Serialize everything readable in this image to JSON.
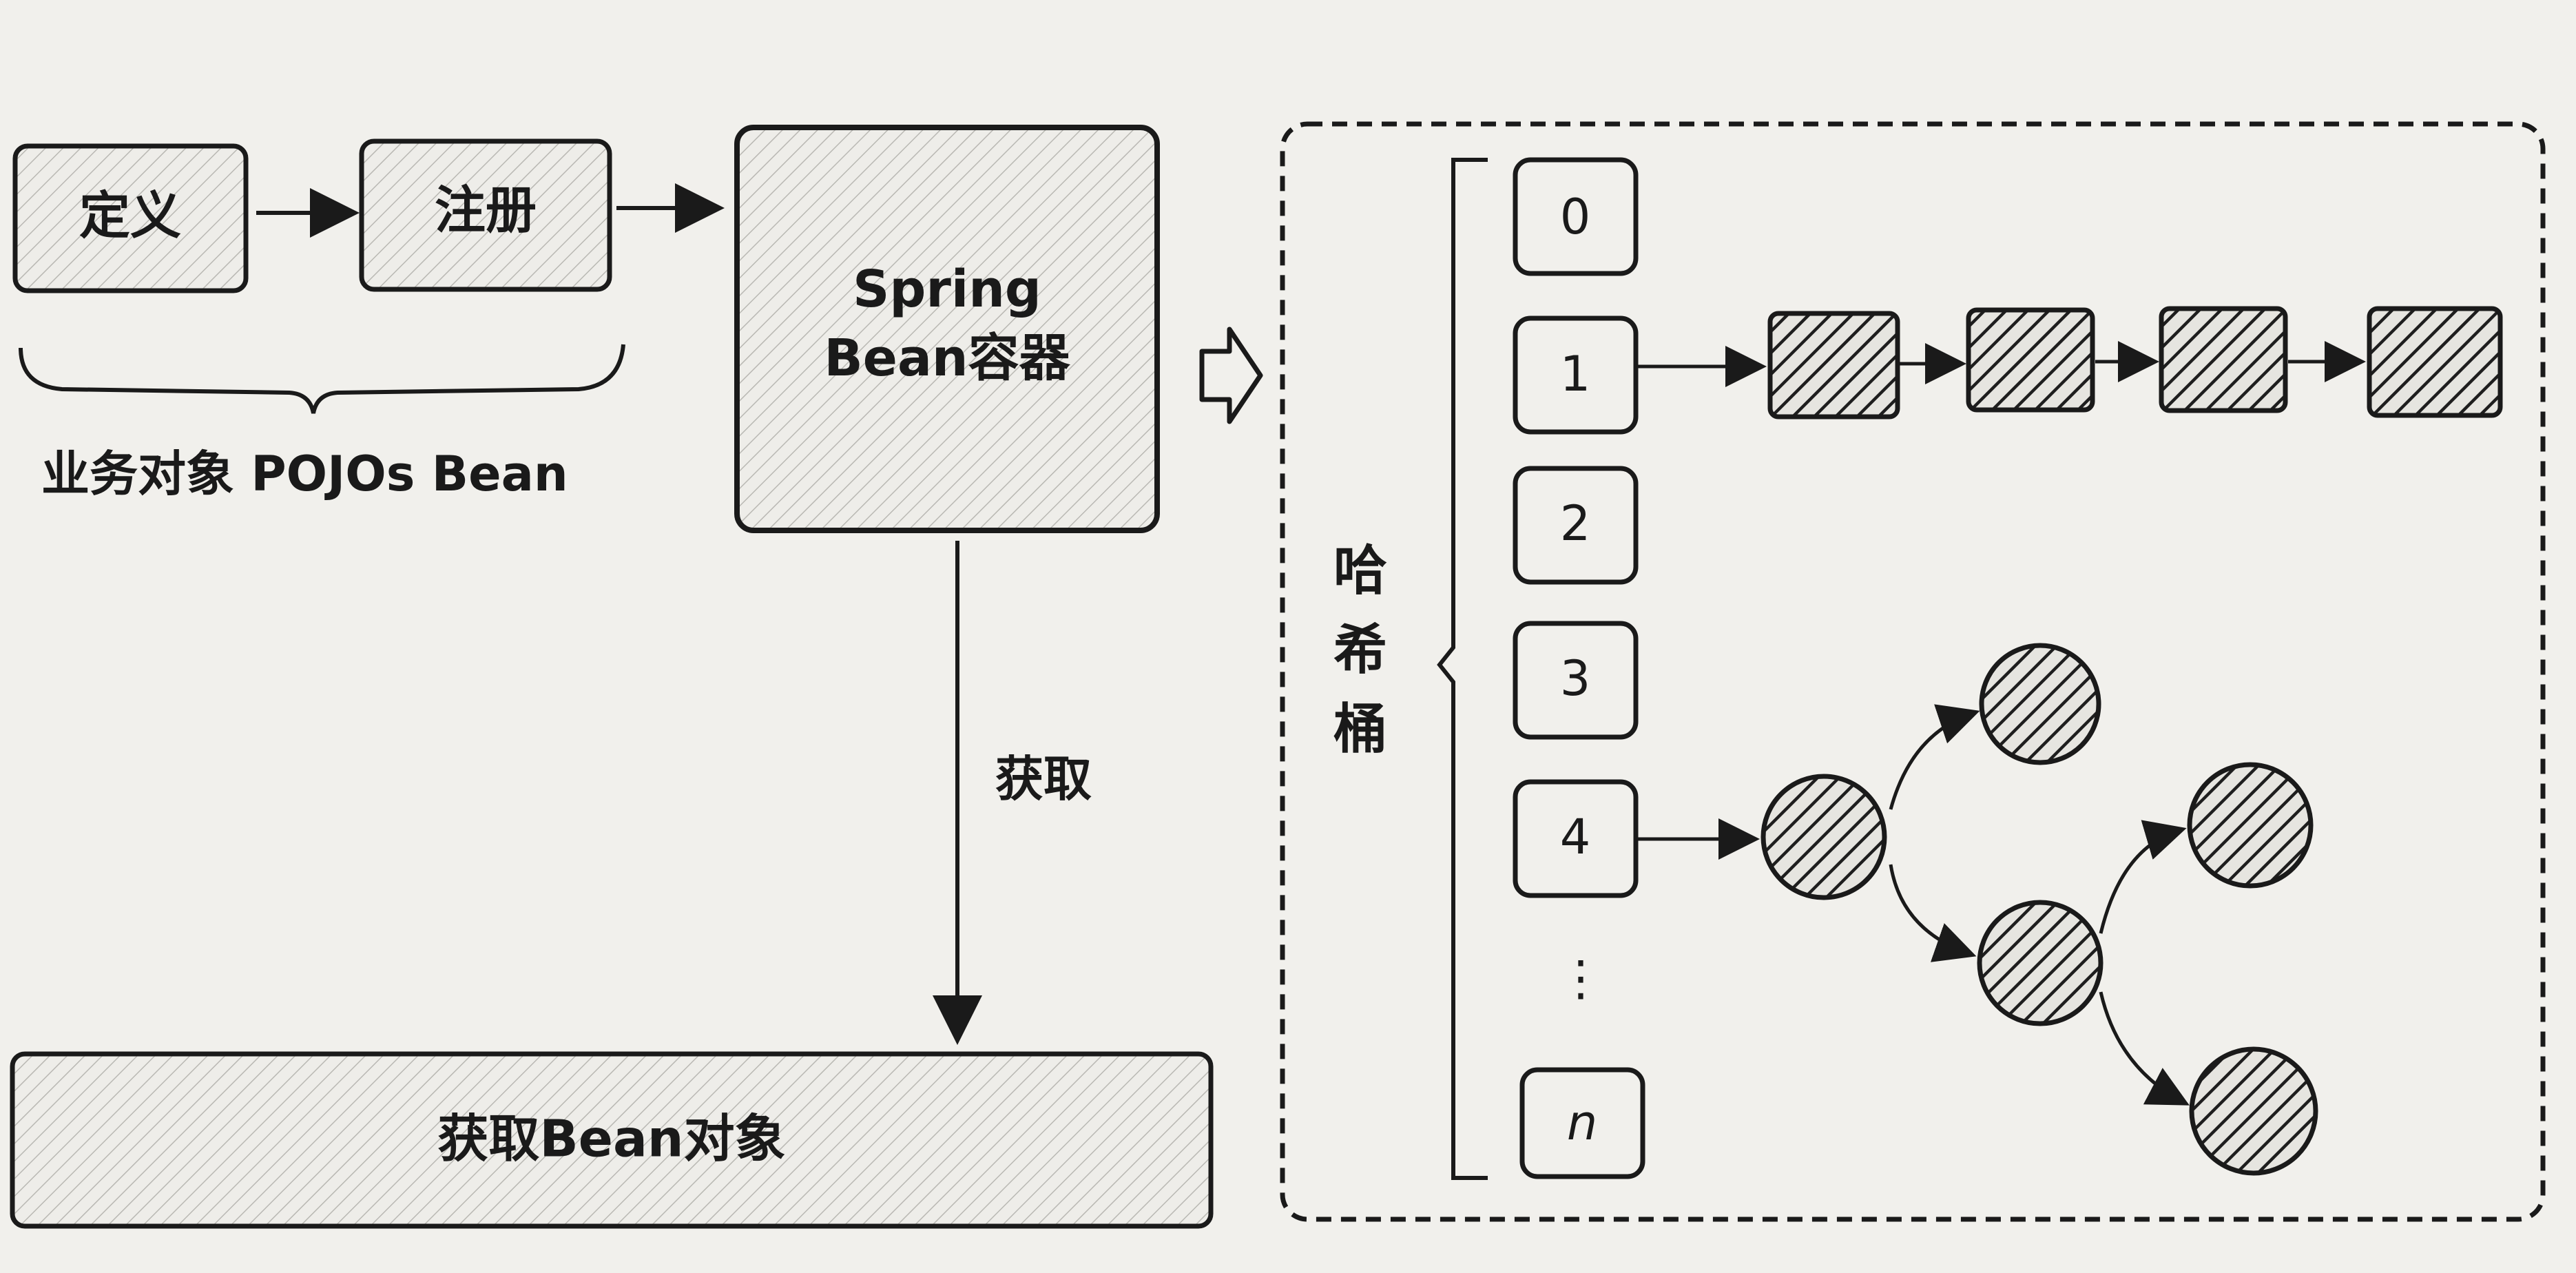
{
  "diagram": {
    "define_label": "定义",
    "register_label": "注册",
    "pojo_caption": "业务对象 POJOs Bean",
    "container_label_line1": "Spring",
    "container_label_line2": "Bean容器",
    "fetch_label": "获取",
    "get_bean_label": "获取Bean对象",
    "hash_bucket_chars": [
      "哈",
      "希",
      "桶"
    ],
    "buckets": [
      "0",
      "1",
      "2",
      "3",
      "4",
      "⋮",
      "n"
    ]
  }
}
